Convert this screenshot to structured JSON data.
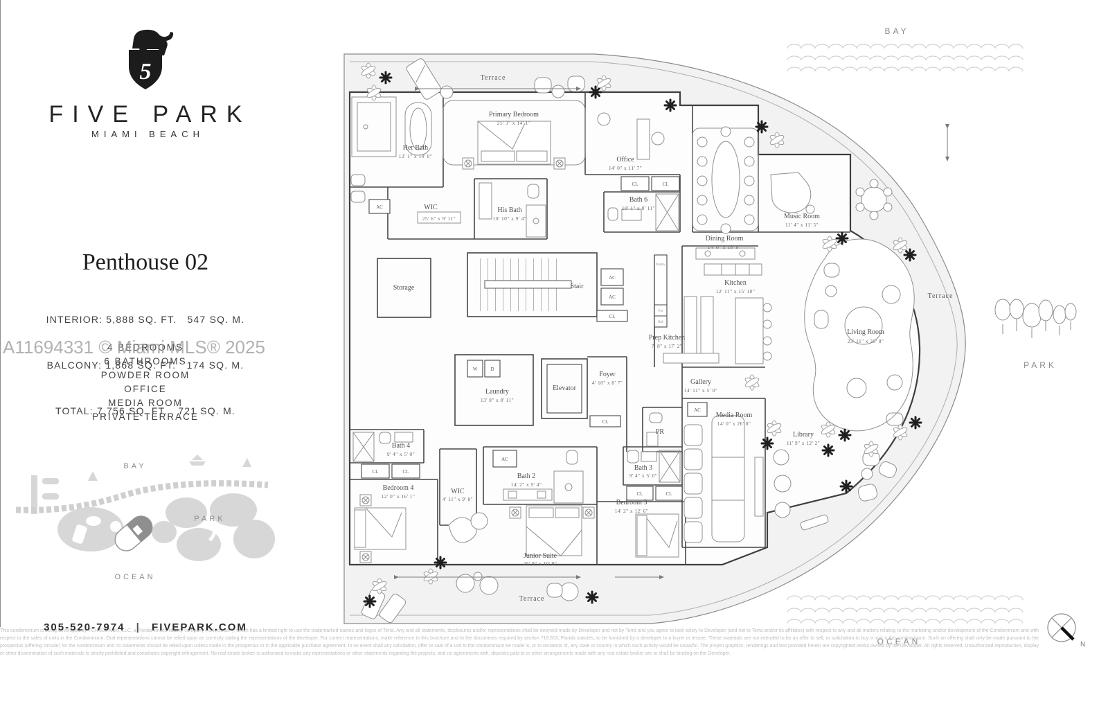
{
  "brand": {
    "name": "FIVE PARK",
    "subtitle": "MIAMI BEACH",
    "logo": "elephant-on-shield-5"
  },
  "unit": {
    "title": "Penthouse 02",
    "stats": [
      "INTERIOR: 5,888 SQ. FT.   547 SQ. M.",
      "BALCONY: 1,868 SQ. FT.   174 SQ. M.",
      "TOTAL: 7,756 SQ. FT.   721 SQ. M."
    ],
    "features": [
      "4 BEDROOMS",
      "6 BATHROOMS",
      "POWDER ROOM",
      "OFFICE",
      "MEDIA ROOM",
      "PRIVATE TERRACE"
    ]
  },
  "watermark": "A11694331 © Miami MLS® 2025",
  "contact": {
    "phone": "305-520-7974",
    "separator": "|",
    "website": "FIVEPARK.COM"
  },
  "site_map": {
    "bay": "BAY",
    "park": "PARK",
    "ocean": "OCEAN"
  },
  "plan": {
    "context": {
      "bay": "BAY",
      "ocean": "OCEAN",
      "park": "PARK",
      "north": "N"
    },
    "rooms": {
      "terrace_top": {
        "name": "Terrace",
        "dims": ""
      },
      "primary_bedroom": {
        "name": "Primary Bedroom",
        "dims": "25' 3\" x 14' 1\""
      },
      "her_bath": {
        "name": "Her Bath",
        "dims": "12' 1\" x 14' 0\""
      },
      "wic_primary": {
        "name": "WIC",
        "dims": "25' 6\" x 9' 11\""
      },
      "his_bath": {
        "name": "His Bath",
        "dims": "10' 10\" x 9' 4\""
      },
      "office": {
        "name": "Office",
        "dims": "14' 0\" x 11' 7\""
      },
      "bath_6": {
        "name": "Bath 6",
        "dims": "10' 1\" x 8' 11\""
      },
      "dining_room": {
        "name": "Dining Room",
        "dims": "14' 0\" x 18' 8\""
      },
      "music_room": {
        "name": "Music Room",
        "dims": "11' 4\" x 11' 5\""
      },
      "kitchen": {
        "name": "Kitchen",
        "dims": "12' 11\" x 15' 10\""
      },
      "prep_kitchen": {
        "name": "Prep Kitchen",
        "dims": "7' 8\" x 17' 2\""
      },
      "storage": {
        "name": "Storage",
        "dims": ""
      },
      "stair": {
        "name": "Stair",
        "dims": ""
      },
      "laundry": {
        "name": "Laundry",
        "dims": "13' 8\" x 8' 11\""
      },
      "elevator": {
        "name": "Elevator",
        "dims": ""
      },
      "foyer": {
        "name": "Foyer",
        "dims": "4' 10\" x 8' 7\""
      },
      "gallery": {
        "name": "Gallery",
        "dims": "14' 11\" x 5' 0\""
      },
      "living_room": {
        "name": "Living Room",
        "dims": "23' 11\" x 35' 8\""
      },
      "media_room": {
        "name": "Media Room",
        "dims": "14' 0\" x 26' 0\""
      },
      "library": {
        "name": "Library",
        "dims": "11' 9\" x 12' 2\""
      },
      "bath_4": {
        "name": "Bath 4",
        "dims": "9' 4\" x 5' 0\""
      },
      "bedroom_4": {
        "name": "Bedroom 4",
        "dims": "12' 0\" x 16' 1\""
      },
      "wic_2": {
        "name": "WIC",
        "dims": "4' 11\" x 9' 8\""
      },
      "bath_2": {
        "name": "Bath 2",
        "dims": "14' 2\" x 9' 4\""
      },
      "junior_suite": {
        "name": "Junior Suite",
        "dims": "25' 9\" x 10' 9\""
      },
      "bath_3": {
        "name": "Bath 3",
        "dims": "9' 4\" x 5' 0\""
      },
      "bedroom_3": {
        "name": "Bedroom 3",
        "dims": "14' 2\" x 12' 6\""
      },
      "terrace_bottom": {
        "name": "Terrace",
        "dims": ""
      },
      "terrace_right": {
        "name": "Terrace",
        "dims": ""
      },
      "powder_room": {
        "name": "PR",
        "dims": ""
      }
    },
    "tags": {
      "ac": "AC",
      "cl": "CL",
      "w": "W",
      "d": "D",
      "pantry": "Pantry",
      "frz": "Frz",
      "ref": "Ref"
    }
  },
  "disclaimer": "This condominium is being developed by TCH 500 Alton, LLC, a Florida limited liability company (\"Developer\"), which has a limited right to use the trademarked names and logos of Terra. Any and all statements, disclosures and/or representations shall be deemed made by Developer and not by Terra and you agree to look solely to Developer (and not to Terra and/or its affiliates) with respect to any and all matters relating to the marketing and/or development of the Condominium and with respect to the sales of units in the Condominium. Oral representations cannot be relied upon as correctly stating the representations of the developer. For correct representations, make reference to this brochure and to the documents required by section 718.503, Florida statutes, to be furnished by a developer to a buyer or lessee. These materials are not intended to be an offer to sell, or solicitation to buy a unit in the condominium. Such an offering shall only be made pursuant to the prospectus (offering circular) for the condominium and no statements should be relied upon unless made in the prospectus or in the applicable purchase agreement. In no event shall any solicitation, offer or sale of a unit in the condominium be made in, or to residents of, any state or country in which such activity would be unlawful. The project graphics, renderings and text provided herein are copyrighted works owned by the Developer. All rights reserved. Unauthorized reproduction, display or other dissemination of such materials is strictly prohibited and constitutes copyright infringement. No real estate broker is authorized to make any representations or other statements regarding the projects, and no agreements with, deposits paid to or other arrangements made with any real estate broker are or shall be binding on the Developer."
}
